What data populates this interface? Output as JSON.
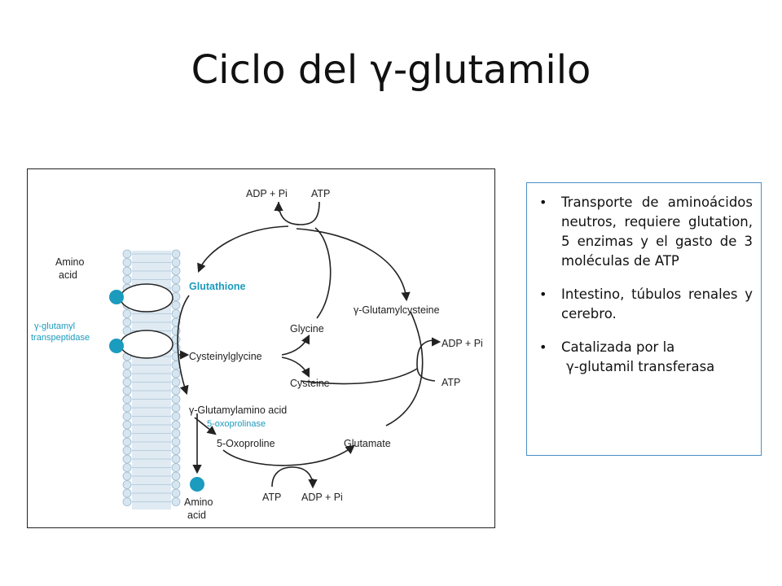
{
  "slide": {
    "title": "Ciclo del γ-glutamilo"
  },
  "diagram": {
    "labels": {
      "adp_pi_top": "ADP + Pi",
      "atp_top": "ATP",
      "amino_acid_in_1": "Amino",
      "amino_acid_in_2": "acid",
      "glutathione": "Glutathione",
      "gamma_glutamyl_transpeptidase_1": "γ-glutamyl",
      "gamma_glutamyl_transpeptidase_2": "transpeptidase",
      "glycine": "Glycine",
      "gamma_glutamylcysteine": "γ-Glutamylcysteine",
      "cysteinylglycine": "Cysteinylglycine",
      "cysteine": "Cysteine",
      "adp_pi_right": "ADP + Pi",
      "atp_right": "ATP",
      "gamma_glutamylamino_acid": "γ-Glutamylamino acid",
      "oxoprolinase": "5-oxoprolinase",
      "oxoproline": "5-Oxoproline",
      "glutamate": "Glutamate",
      "atp_bottom": "ATP",
      "adp_pi_bottom": "ADP + Pi",
      "amino_acid_out_1": "Amino",
      "amino_acid_out_2": "acid"
    },
    "colors": {
      "accent": "#1b9bbd",
      "membrane": "#c9dbe8",
      "line": "#222222"
    }
  },
  "notes": {
    "items": [
      {
        "text": "Transporte de aminoácidos neutros, requiere glutation, 5 enzimas y el gasto de 3 moléculas de ATP"
      },
      {
        "text": "Intestino, túbulos renales y cerebro."
      },
      {
        "line1": "Catalizada por la",
        "line2": "γ-glutamil transferasa"
      }
    ]
  }
}
